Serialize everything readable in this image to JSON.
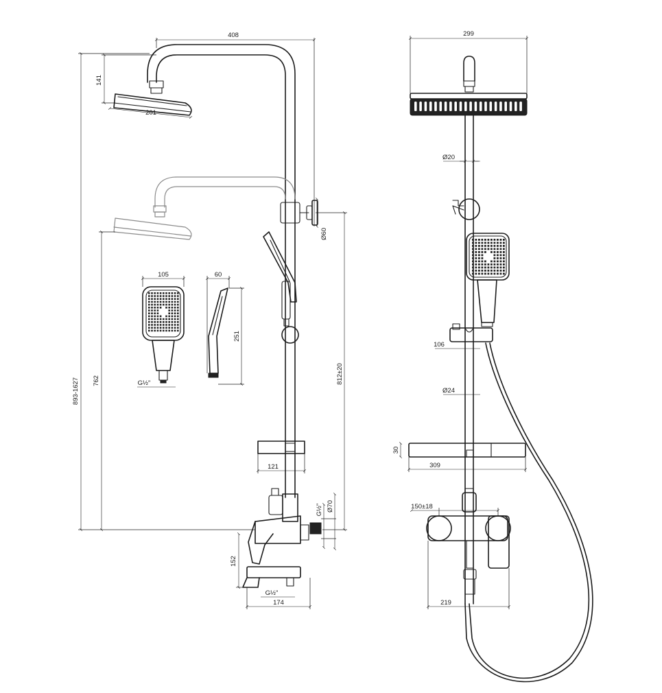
{
  "dimensions": {
    "left_view": {
      "arm_width": "408",
      "arm_height": "141",
      "head_diameter": "201",
      "total_height": "893-1627",
      "lower_height": "762",
      "bar_height": "812±20",
      "wall_bracket": "Ø60",
      "hand_width": "105",
      "hand_depth": "60",
      "hand_length": "251",
      "hand_thread": "G½\"",
      "shelf_width": "121",
      "mixer_thread": "G½\"",
      "mixer_flange": "Ø70",
      "spout_height": "152",
      "spout_thread": "G½\"",
      "spout_length": "174"
    },
    "right_view": {
      "head_width": "299",
      "pipe_upper": "Ø20",
      "slider_offset": "106",
      "pipe_lower": "Ø24",
      "shelf_height": "30",
      "shelf_width": "309",
      "mixer_spacing": "150±18",
      "mixer_width": "219"
    }
  },
  "colors": {
    "line": "#1a1a1a",
    "ghost": "#8a8a8a",
    "fill_dark": "#222222"
  }
}
